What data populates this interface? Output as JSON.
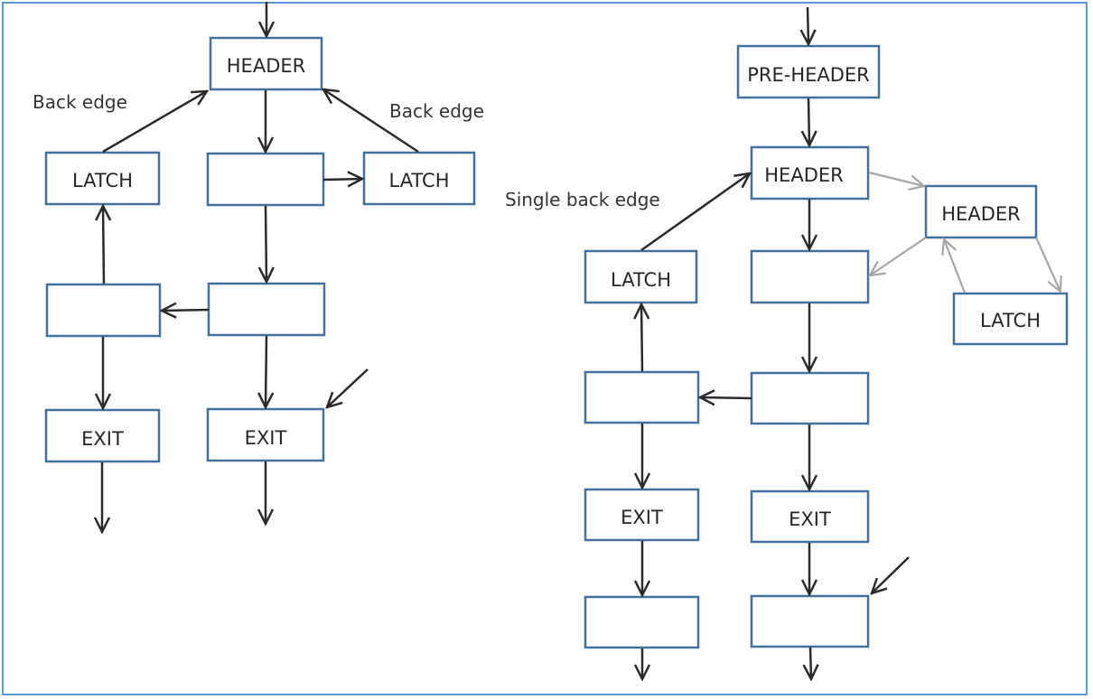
{
  "left": {
    "header": "HEADER",
    "latch_a": "LATCH",
    "latch_b": "LATCH",
    "exit_a": "EXIT",
    "exit_b": "EXIT",
    "back_edge_label_a": "Back edge",
    "back_edge_label_b": "Back edge"
  },
  "right": {
    "preheader": "PRE-HEADER",
    "header": "HEADER",
    "header_gray": "HEADER",
    "latch_gray": "LATCH",
    "latch": "LATCH",
    "exit_a": "EXIT",
    "exit_b": "EXIT",
    "single_back_edge_label": "Single back edge"
  },
  "colors": {
    "box_border": "#41719c",
    "frame_border": "#5b9bd5",
    "edge": "#2b2b2b",
    "edge_gray": "#a6a6a6"
  }
}
